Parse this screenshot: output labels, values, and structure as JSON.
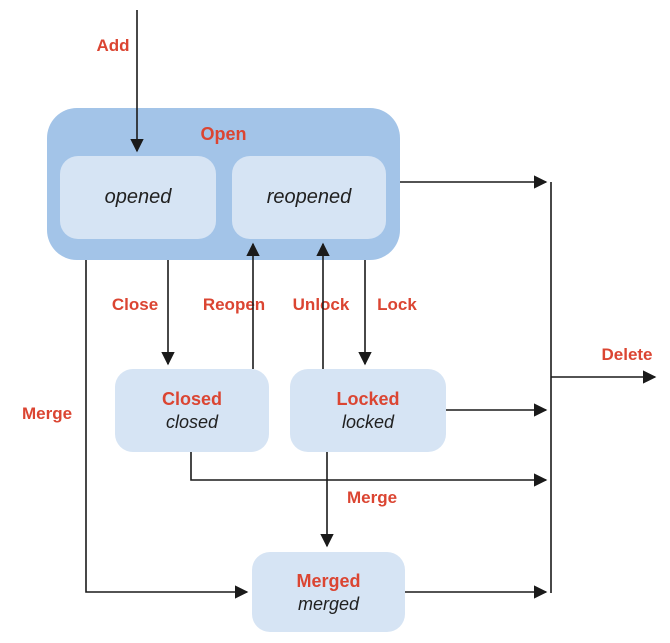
{
  "diagram_type": "state-machine",
  "colors": {
    "group_fill": "#a3c4e8",
    "state_fill": "#d6e4f4",
    "label_red": "#db4532",
    "line": "#1a1a1a",
    "text_dark": "#212121",
    "background": "#ffffff"
  },
  "nodes": {
    "open_group": {
      "label": "Open"
    },
    "opened": {
      "label": "opened"
    },
    "reopened": {
      "label": "reopened"
    },
    "closed": {
      "title": "Closed",
      "label": "closed"
    },
    "locked": {
      "title": "Locked",
      "label": "locked"
    },
    "merged": {
      "title": "Merged",
      "label": "merged"
    }
  },
  "edges": {
    "add": {
      "label": "Add",
      "from": "start",
      "to": "opened"
    },
    "close": {
      "label": "Close",
      "from": "opened",
      "to": "closed"
    },
    "reopen": {
      "label": "Reopen",
      "from": "closed",
      "to": "reopened"
    },
    "unlock": {
      "label": "Unlock",
      "from": "locked",
      "to": "reopened"
    },
    "lock": {
      "label": "Lock",
      "from": "reopened",
      "to": "locked"
    },
    "merge_left": {
      "label": "Merge",
      "from": "open",
      "to": "merged"
    },
    "merge_mid": {
      "label": "Merge",
      "from": "locked",
      "to": "merged"
    },
    "delete": {
      "label": "Delete",
      "from": "open/closed/locked/merged",
      "to": "deleted"
    }
  }
}
